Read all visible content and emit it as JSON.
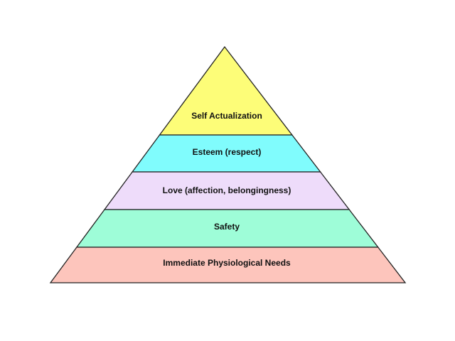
{
  "title": "Maslow's hierarchy pyramid",
  "levels": [
    {
      "label": "Self Actualization",
      "color": "#fdfd78"
    },
    {
      "label": "Esteem (respect)",
      "color": "#80fcfd"
    },
    {
      "label": "Love (affection, belongingness)",
      "color": "#eedcfa"
    },
    {
      "label": "Safety",
      "color": "#9efdd8"
    },
    {
      "label": "Immediate Physiological Needs",
      "color": "#fdc5bc"
    }
  ]
}
